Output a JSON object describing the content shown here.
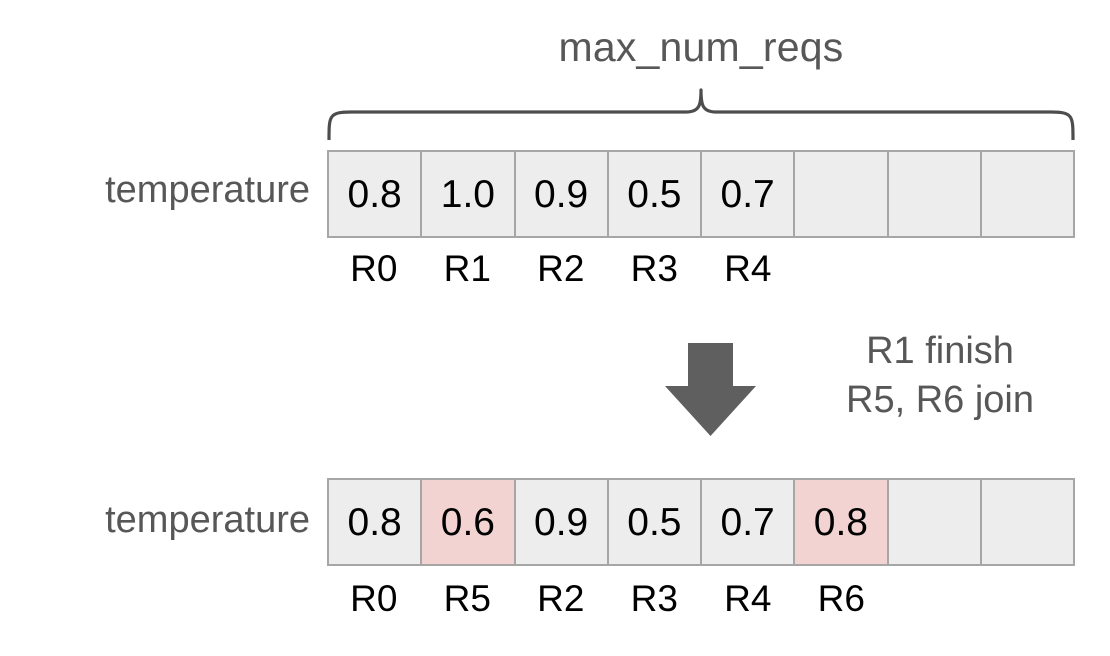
{
  "diagram": {
    "brace_title": "max_num_reqs",
    "rows": [
      {
        "label": "temperature",
        "cells": [
          {
            "value": "0.8",
            "highlight": false,
            "empty": false,
            "index": "R0"
          },
          {
            "value": "1.0",
            "highlight": false,
            "empty": false,
            "index": "R1"
          },
          {
            "value": "0.9",
            "highlight": false,
            "empty": false,
            "index": "R2"
          },
          {
            "value": "0.5",
            "highlight": false,
            "empty": false,
            "index": "R3"
          },
          {
            "value": "0.7",
            "highlight": false,
            "empty": false,
            "index": "R4"
          },
          {
            "value": "",
            "highlight": false,
            "empty": true,
            "index": ""
          },
          {
            "value": "",
            "highlight": false,
            "empty": true,
            "index": ""
          },
          {
            "value": "",
            "highlight": false,
            "empty": true,
            "index": ""
          }
        ]
      },
      {
        "label": "temperature",
        "cells": [
          {
            "value": "0.8",
            "highlight": false,
            "empty": false,
            "index": "R0"
          },
          {
            "value": "0.6",
            "highlight": true,
            "empty": false,
            "index": "R5"
          },
          {
            "value": "0.9",
            "highlight": false,
            "empty": false,
            "index": "R2"
          },
          {
            "value": "0.5",
            "highlight": false,
            "empty": false,
            "index": "R3"
          },
          {
            "value": "0.7",
            "highlight": false,
            "empty": false,
            "index": "R4"
          },
          {
            "value": "0.8",
            "highlight": true,
            "empty": false,
            "index": "R6"
          },
          {
            "value": "",
            "highlight": false,
            "empty": true,
            "index": ""
          },
          {
            "value": "",
            "highlight": false,
            "empty": true,
            "index": ""
          }
        ]
      }
    ],
    "transition": {
      "arrow": "down-arrow-icon",
      "note_lines": [
        "R1 finish",
        "R5, R6 join"
      ]
    },
    "colors": {
      "cell_background": "#ededed",
      "cell_highlight": "#f2d3d1",
      "cell_border": "#a6a6a6",
      "text_gray": "#575757",
      "text_black": "#000000",
      "arrow_fill": "#5f5f5f",
      "brace_stroke": "#4d4d4d",
      "page_background": "#ffffff"
    }
  }
}
